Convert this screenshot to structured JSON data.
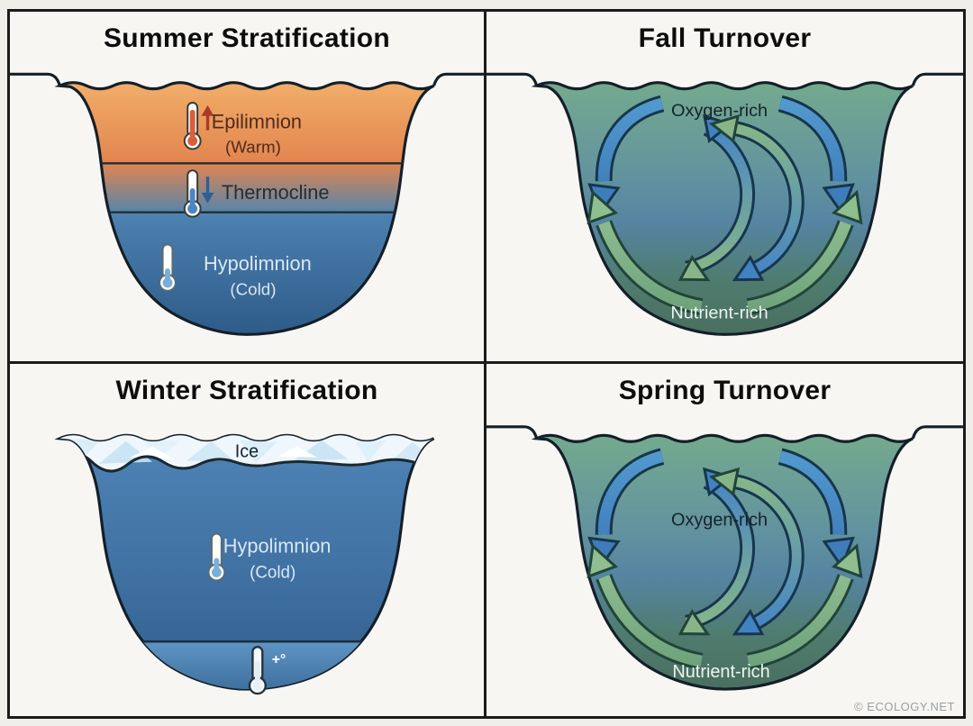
{
  "figure": {
    "credit": "© ECOLOGY.NET",
    "description": "Lake seasonal stratification and turnover diagram"
  },
  "panels": {
    "summer": {
      "title": "Summer Stratification",
      "epilimnion_label": "Epilimnion",
      "epilimnion_sublabel": "(Warm)",
      "thermocline_label": "Thermocline",
      "hypolimnion_label": "Hypolimnion",
      "hypolimnion_sublabel": "(Cold)"
    },
    "fall": {
      "title": "Fall Turnover",
      "surface_label": "Oxygen-rich",
      "bottom_label": "Nutrient-rich"
    },
    "winter": {
      "title": "Winter Stratification",
      "ice_label": "Ice",
      "hypolimnion_label": "Hypolimnion",
      "hypolimnion_sublabel": "(Cold)",
      "bottom_temperature_label": "+°"
    },
    "spring": {
      "title": "Spring Turnover",
      "center_label": "Oxygen-rich",
      "bottom_label": "Nutrient-rich"
    }
  },
  "colors": {
    "epilimnion_orange_top": "#F1AC68",
    "epilimnion_orange_bottom": "#E2854F",
    "hypolimnion_blue": "#3A6D9E",
    "deep_blue": "#2E5B88",
    "turnover_green_surface": "#73A98F",
    "turnover_blue_mid": "#5684A2",
    "turnover_green_deep": "#496F60",
    "arrow_blue": "#4182C0",
    "arrow_green": "#87B588",
    "ice_blue": "#CBE5F4",
    "outline_dark": "#1b1b1b"
  }
}
